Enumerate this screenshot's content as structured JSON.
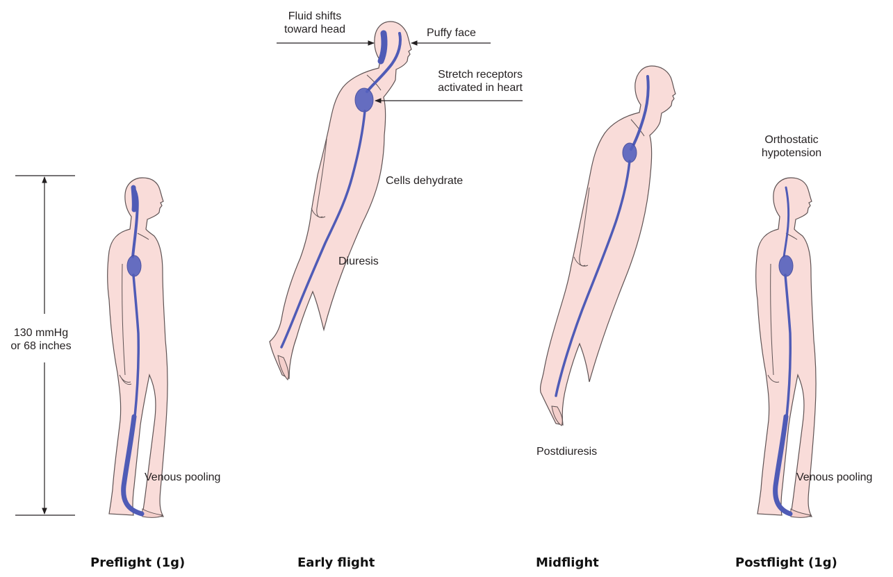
{
  "measurement": {
    "line1": "130 mmHg",
    "line2": "or 68 inches"
  },
  "stages": [
    {
      "caption": "Preflight (1g)",
      "labels": [
        "Venous pooling"
      ]
    },
    {
      "caption": "Early flight",
      "labels": [
        "Fluid shifts",
        "toward head",
        "Puffy face",
        "Stretch receptors",
        "activated in heart",
        "Cells dehydrate",
        "Diuresis"
      ]
    },
    {
      "caption": "Midflight",
      "labels": [
        "Postdiuresis"
      ]
    },
    {
      "caption": "Postflight (1g)",
      "labels": [
        "Orthostatic",
        "hypotension",
        "Venous pooling"
      ]
    }
  ],
  "colors": {
    "skin": "#f9dcd9",
    "vessel": "#4f5bb6",
    "outline": "#5e5253"
  }
}
